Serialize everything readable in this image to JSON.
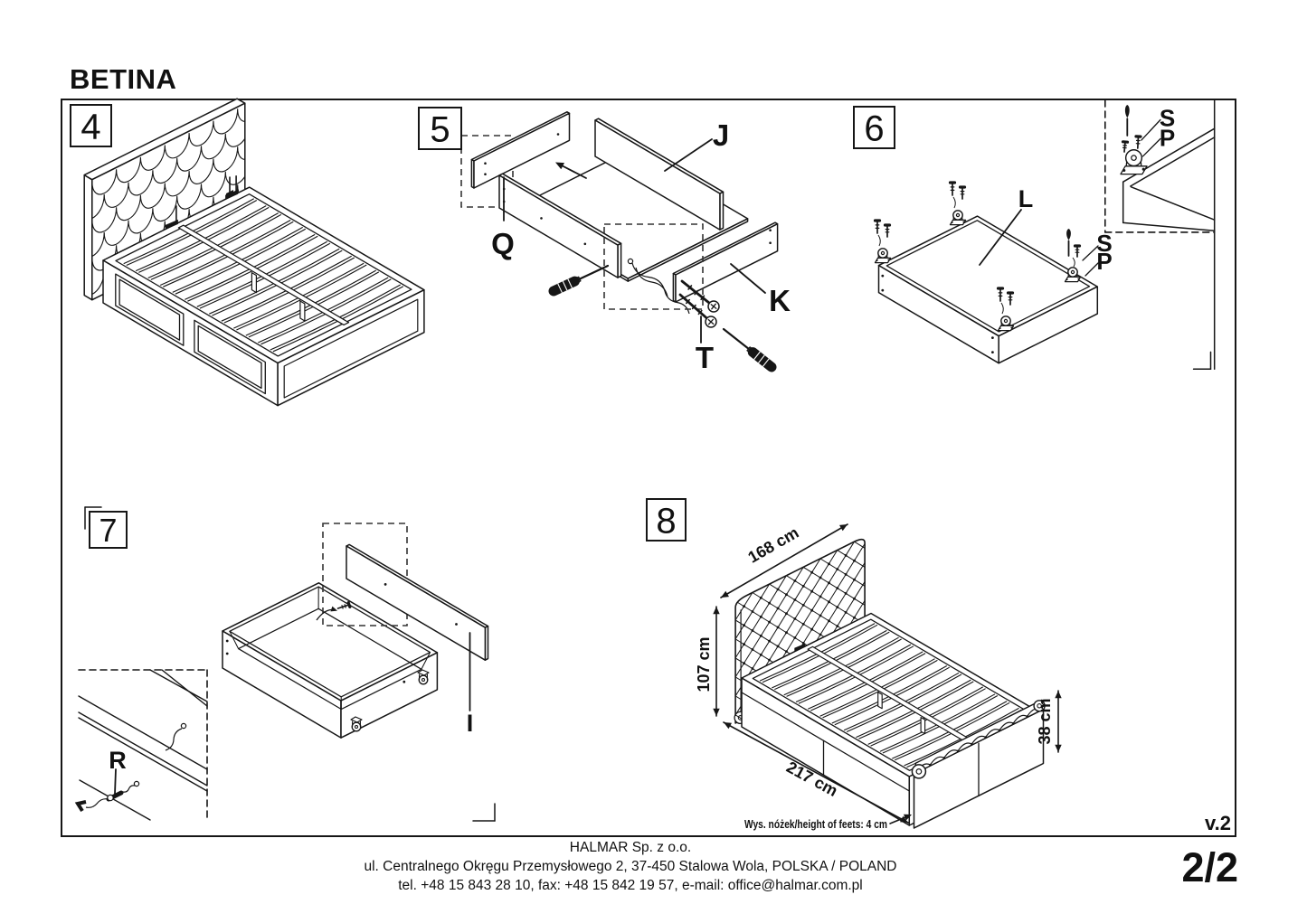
{
  "page": {
    "title": "BETINA",
    "version_label": "v.2",
    "page_indicator": "2/2",
    "footer": {
      "company": "HALMAR Sp. z o.o.",
      "address": "ul. Centralnego Okręgu Przemysłowego 2, 37-450 Stalowa Wola, POLSKA / POLAND",
      "contact": "tel. +48 15 843 28 10, fax: +48 15 842 19 57, e-mail: office@halmar.com.pl"
    }
  },
  "steps": {
    "step4": {
      "number": "4"
    },
    "step5": {
      "number": "5",
      "labels": {
        "j": "J",
        "q": "Q",
        "k": "K",
        "t": "T"
      }
    },
    "step6": {
      "number": "6",
      "labels": {
        "l": "L",
        "s_main": "S",
        "p_main": "P",
        "s_detail": "S",
        "p_detail": "P"
      }
    },
    "step7": {
      "number": "7",
      "labels": {
        "i": "I",
        "r": "R"
      }
    },
    "step8": {
      "number": "8",
      "dimensions": {
        "width": "168 cm",
        "height": "107 cm",
        "length": "217 cm",
        "footboard_height": "38 cm",
        "feet_note": "Wys. nóżek/height of feets: 4 cm"
      }
    }
  }
}
